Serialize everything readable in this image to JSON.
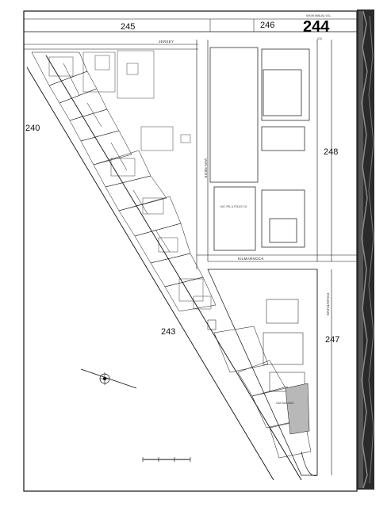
{
  "sheet": {
    "page_number": "244",
    "header_text": "SHOW ANNUAL VOL.",
    "subheader_text": "(24)"
  },
  "blocks": {
    "b245": "245",
    "b246": "246",
    "b240": "240",
    "b248": "248",
    "b247": "247",
    "b243": "243"
  },
  "streets": {
    "jersey": "JERSEY",
    "van_ness": "VAN NESS",
    "kilmarnock": "KILMARNOCK",
    "fountains": "FOUNTAINS"
  },
  "buildings": {
    "mfg": "M.E. FEL & FOLKS CO.",
    "oak_building": "OAK BUILDING"
  },
  "colors": {
    "ink": "#111111",
    "paper": "#ffffff",
    "shade": "#b8b8b8",
    "binding": "#2a2a2a"
  }
}
